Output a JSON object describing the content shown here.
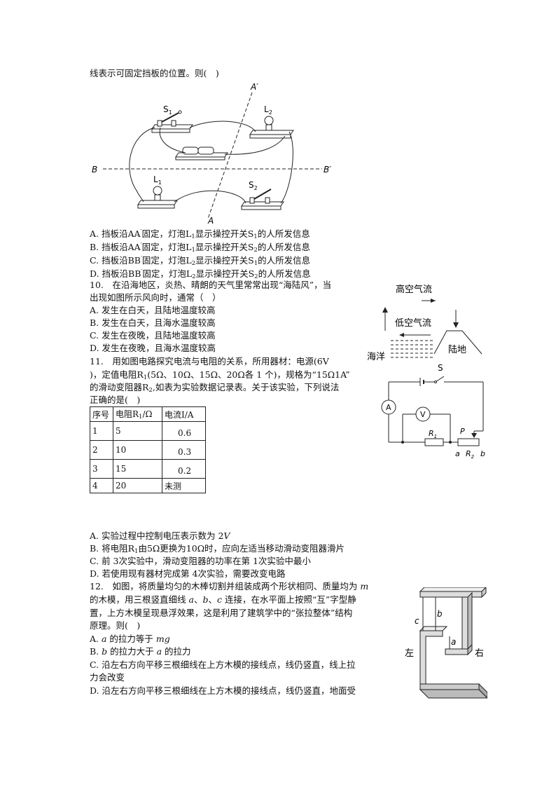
{
  "q9": {
    "stem_tail": "线表示可固定挡板的位置。则(　)",
    "diagram": {
      "label_a_top": "A′",
      "label_a_bottom": "A",
      "label_b_left": "B",
      "label_b_right": "B′",
      "s1": "S",
      "s1_sub": "1",
      "l2": "L",
      "l2_sub": "2",
      "l1": "L",
      "l1_sub": "1",
      "s2": "S",
      "s2_sub": "2"
    },
    "options": [
      {
        "pre": "A. 挡板沿AA",
        "mid": "固定，灯泡L",
        "sub1": "1",
        "post1": "显示操控开关S",
        "sub2": "1",
        "post2": "的人所发信息"
      },
      {
        "pre": "B. 挡板沿AA",
        "mid": "固定，灯泡L",
        "sub1": "1",
        "post1": "显示操控开关S",
        "sub2": "2",
        "post2": "的人所发信息"
      },
      {
        "pre": "C. 挡板沿BB",
        "mid": "固定，灯泡L",
        "sub1": "2",
        "post1": "显示操控开关S",
        "sub2": "1",
        "post2": "的人所发信息"
      },
      {
        "pre": "D. 挡板沿BB",
        "mid": "固定，灯泡L",
        "sub1": "2",
        "post1": "显示操控开关S",
        "sub2": "2",
        "post2": "的人所发信息"
      }
    ]
  },
  "q10": {
    "line1": "10.　在沿海地区，炎热、晴朗的天气里常常出现“海陆风”，当",
    "line2": "出现如图所示风向时，通常（　）",
    "options": [
      "A. 发生在白天，且陆地温度较高",
      "B. 发生在白天，且海水温度较高",
      "C. 发生在夜晚，且陆地温度较高",
      "D. 发生在夜晚，且海水温度较高"
    ],
    "diagram": {
      "high_air": "高空气流",
      "low_air": "低空气流",
      "sea": "海洋",
      "land": "陆地"
    }
  },
  "q11": {
    "line1": "11.　用如图电路探究电流与电阻的关系，所用器材：电源(6V",
    "line2_a": ")，定值电阻R",
    "line2_sub": "1",
    "line2_b": "(5Ω、10Ω、15Ω、20Ω各 1 个)，规格为“15Ω1A”",
    "line3_a": "的滑动变阻器R",
    "line3_sub": "2",
    "line3_b": ",如表为实验数据记录表。关于该实验，下列说法",
    "line4": "正确的是(　)",
    "table": {
      "headers": [
        "序号",
        "电阻R",
        "/Ω",
        "电流I/A"
      ],
      "rows": [
        [
          "1",
          "5",
          "0.6"
        ],
        [
          "2",
          "10",
          "0.3"
        ],
        [
          "3",
          "15",
          "0.2"
        ],
        [
          "4",
          "20",
          "未测"
        ]
      ]
    },
    "diagram": {
      "s": "S",
      "ammeter": "A",
      "voltmeter": "V",
      "r1": "R",
      "r1_sub": "1",
      "p": "P",
      "a": "a",
      "r2": "R",
      "r2_sub": "2",
      "b": "b"
    },
    "opt_a": "A. 实验过程中控制电压表示数为 2",
    "opt_a_unit": "V",
    "opt_b_a": "B. 将电阻R",
    "opt_b_sub": "1",
    "opt_b_b": "由5Ω更换为10Ω时，应向左适当移动滑动变阻器滑片",
    "opt_c": "C. 前 3次实验中，滑动变阻器的功率在第 1次实验中最小",
    "opt_d": "D. 若使用现有器材完成第 4次实验，需要改变电路"
  },
  "q12": {
    "line1_a": "12.　如图，将质量均匀的木棒切割并组装成两个形状相同、质量均为 ",
    "line1_m": "m",
    "line2_a": "的木模，用三根竖直细线 ",
    "a": "a",
    "sep1": "、",
    "b": "b",
    "sep2": "、",
    "c": "c",
    "line2_b": " 连接，在水平面上按照“互”字型静",
    "line3": "置，上方木模呈现悬浮效果，这是利用了建筑学中的“张拉整体”结构",
    "line4": "原理。则(　)",
    "opt_a_pre": "A. ",
    "opt_a_mid": " 的拉力等于 ",
    "opt_a_m": "mg",
    "opt_b_pre": "B. ",
    "opt_b_mid": " 的拉力大于 ",
    "opt_b_post": " 的拉力",
    "opt_c1": "C. 沿左右方向平移三根细线在上方木模的接线点，线仍竖直，线上拉",
    "opt_c2": "力会改变",
    "opt_d": "D. 沿左右方向平移三根细线在上方木模的接线点，线仍竖直，地面受",
    "diagram": {
      "left": "左",
      "right": "右",
      "a": "a",
      "b": "b",
      "c": "c"
    }
  }
}
